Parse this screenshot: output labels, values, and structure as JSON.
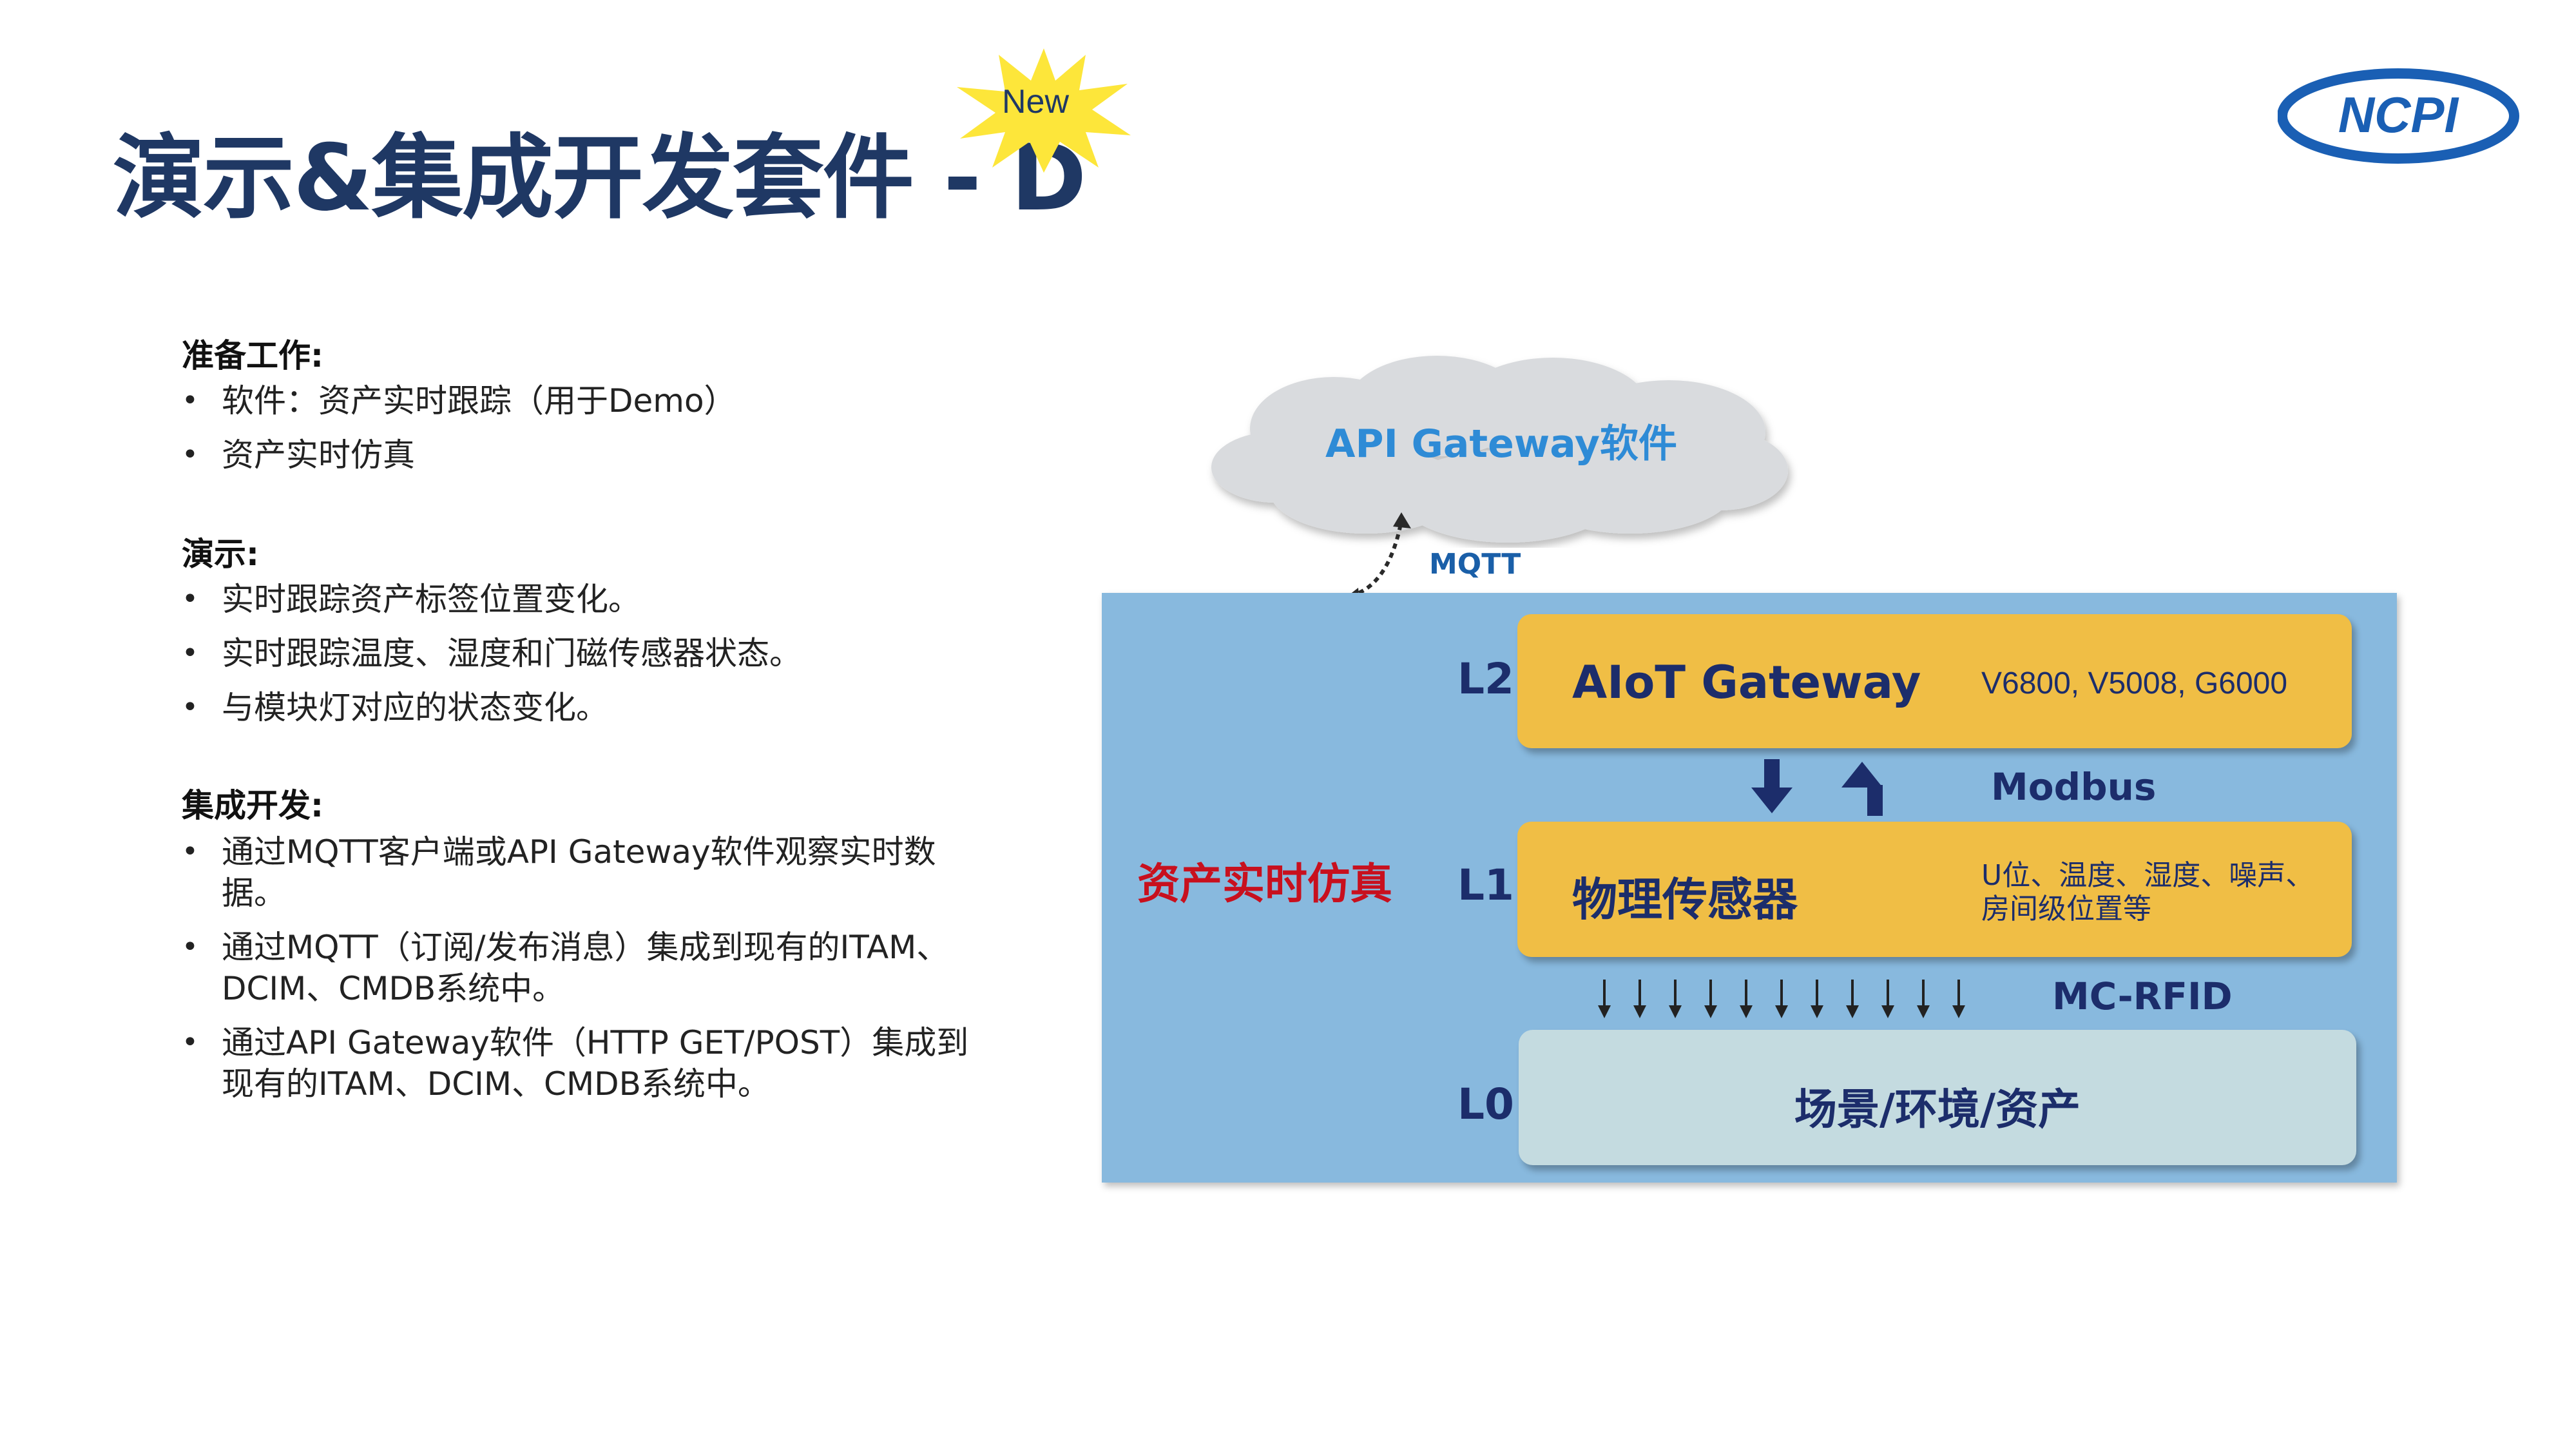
{
  "title": "演示&集成开发套件 - D",
  "badge": {
    "text": "New",
    "color": "#fde63a"
  },
  "logo": {
    "text": "NCPI",
    "color": "#1a5fb4"
  },
  "preparation": {
    "heading": "准备工作:",
    "items": [
      "软件：资产实时跟踪（用于Demo）",
      "资产实时仿真"
    ]
  },
  "demo": {
    "heading": "演示:",
    "items": [
      "实时跟踪资产标签位置变化。",
      "实时跟踪温度、湿度和门磁传感器状态。",
      "与模块灯对应的状态变化。"
    ]
  },
  "integration": {
    "heading": "集成开发:",
    "items": [
      "通过MQTT客户端或API Gateway软件观察实时数据。",
      "通过MQTT（订阅/发布消息）集成到现有的ITAM、DCIM、CMDB系统中。",
      "通过API Gateway软件（HTTP GET/POST）集成到现有的ITAM、DCIM、CMDB系统中。"
    ]
  },
  "diagram": {
    "cloud_label": "API Gateway软件",
    "mqtt_label": "MQTT",
    "simulation_label": "资产实时仿真",
    "levels": {
      "l2": {
        "tag": "L2",
        "title": "AIoT Gateway",
        "detail": "V6800, V5008, G6000"
      },
      "l1": {
        "tag": "L1",
        "title": "物理传感器",
        "detail": "U位、温度、湿度、噪声、房间级位置等"
      },
      "l0": {
        "tag": "L0",
        "title": "场景/环境/资产"
      }
    },
    "modbus_label": "Modbus",
    "rfid_label": "MC-RFID",
    "colors": {
      "panel": "#88b9de",
      "box": "#f0be45",
      "base_box": "#c4dbe0",
      "navy": "#1c2d6b",
      "red": "#c8101e",
      "cloud_text": "#2e8bd6"
    }
  }
}
